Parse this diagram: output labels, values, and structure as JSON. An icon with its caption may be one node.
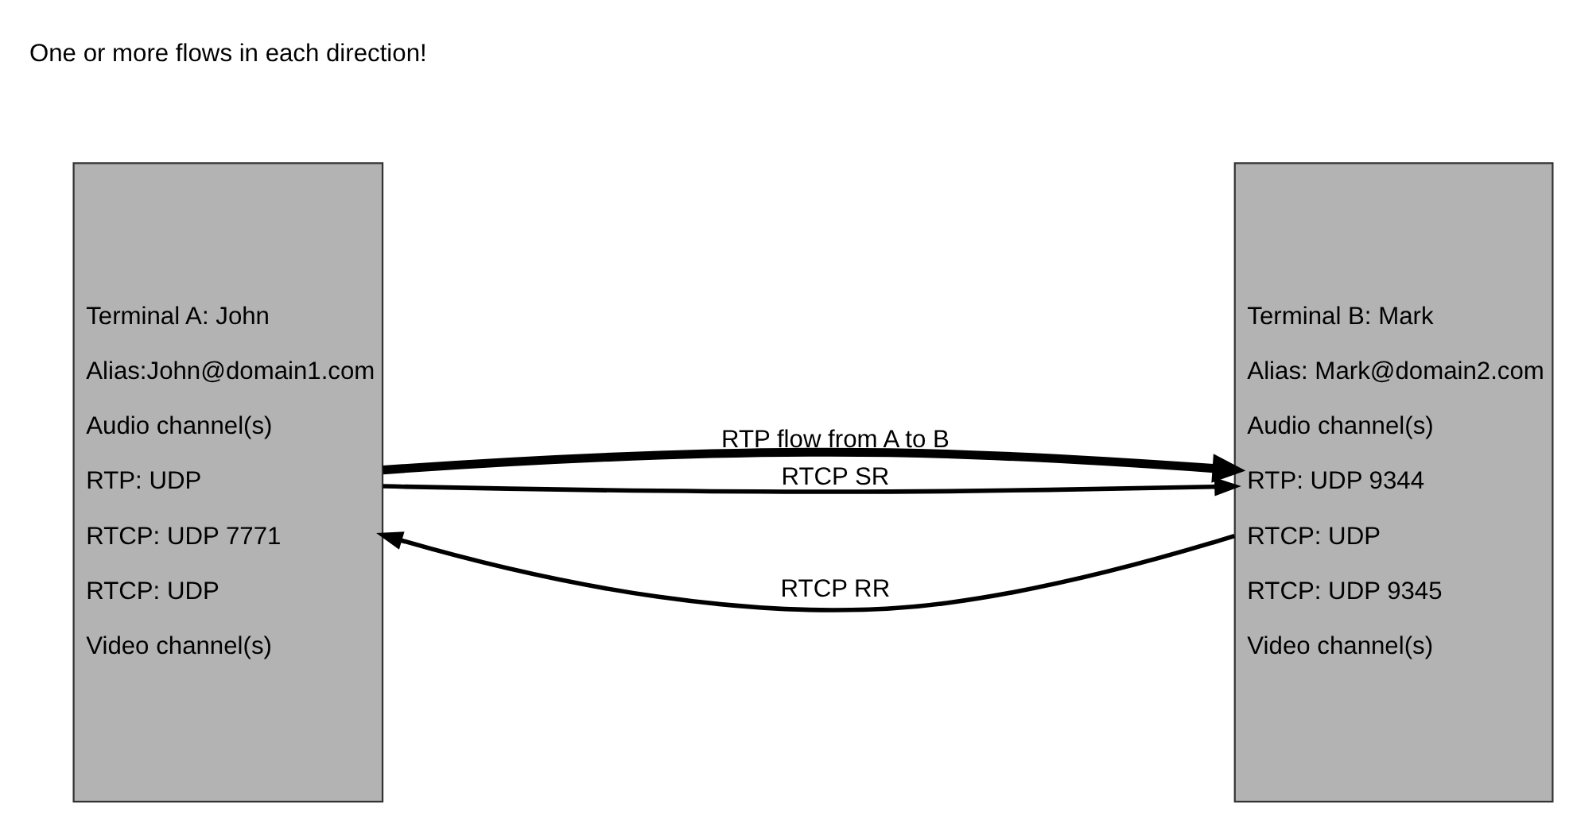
{
  "diagram": {
    "nodes": [
      {
        "text": [
          "Terminal A: John",
          "Alias:John@domain1.com",
          "Audio channel(s)",
          "RTP: UDP",
          "RTCP: UDP 7771",
          "RTCP: UDP",
          "Video channel(s)"
        ]
      },
      {
        "text": [
          "Terminal B: Mark",
          "Alias: Mark@domain2.com",
          "Audio channel(s)",
          "RTP: UDP 9344",
          "RTCP: UDP",
          "RTCP: UDP 9345",
          "Video channel(s)"
        ]
      }
    ],
    "edges": [
      {
        "from": 0,
        "to": 1,
        "arrow": "to",
        "label": "RTP flow from A to B",
        "style": "thick"
      },
      {
        "from": 1,
        "to": 0,
        "arrow": "to",
        "label": "RTCP RR"
      },
      {
        "from": 0,
        "to": 1,
        "arrow": "to",
        "label": "RTCP SR"
      }
    ],
    "labels": [
      "One or more flows in each direction!"
    ]
  }
}
